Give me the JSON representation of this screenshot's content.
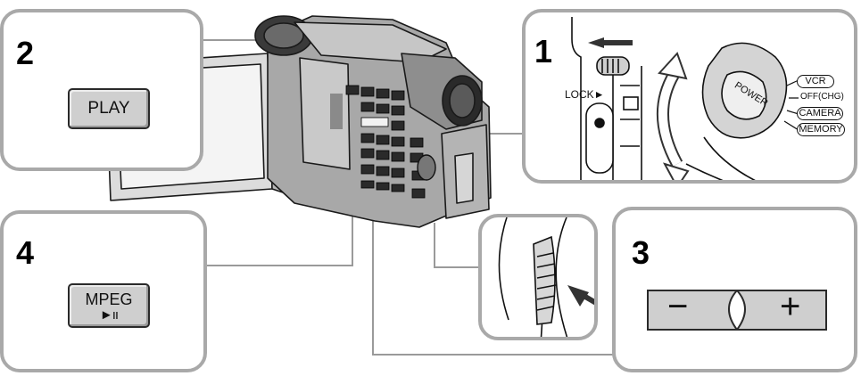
{
  "steps": {
    "s1": "1",
    "s2": "2",
    "s3": "3",
    "s4": "4"
  },
  "buttons": {
    "play": "PLAY",
    "mpeg": "MPEG",
    "mpeg_symbol": "►ıı",
    "minus": "−",
    "plus": "+"
  },
  "switch": {
    "lock": "LOCK►",
    "power": "POWER",
    "modes": [
      "VCR",
      "OFF(CHG)",
      "CAMERA",
      "MEMORY"
    ]
  },
  "icons": [
    "camcorder-illustration",
    "power-switch-illustration",
    "jog-dial-illustration",
    "arrow-icon"
  ]
}
